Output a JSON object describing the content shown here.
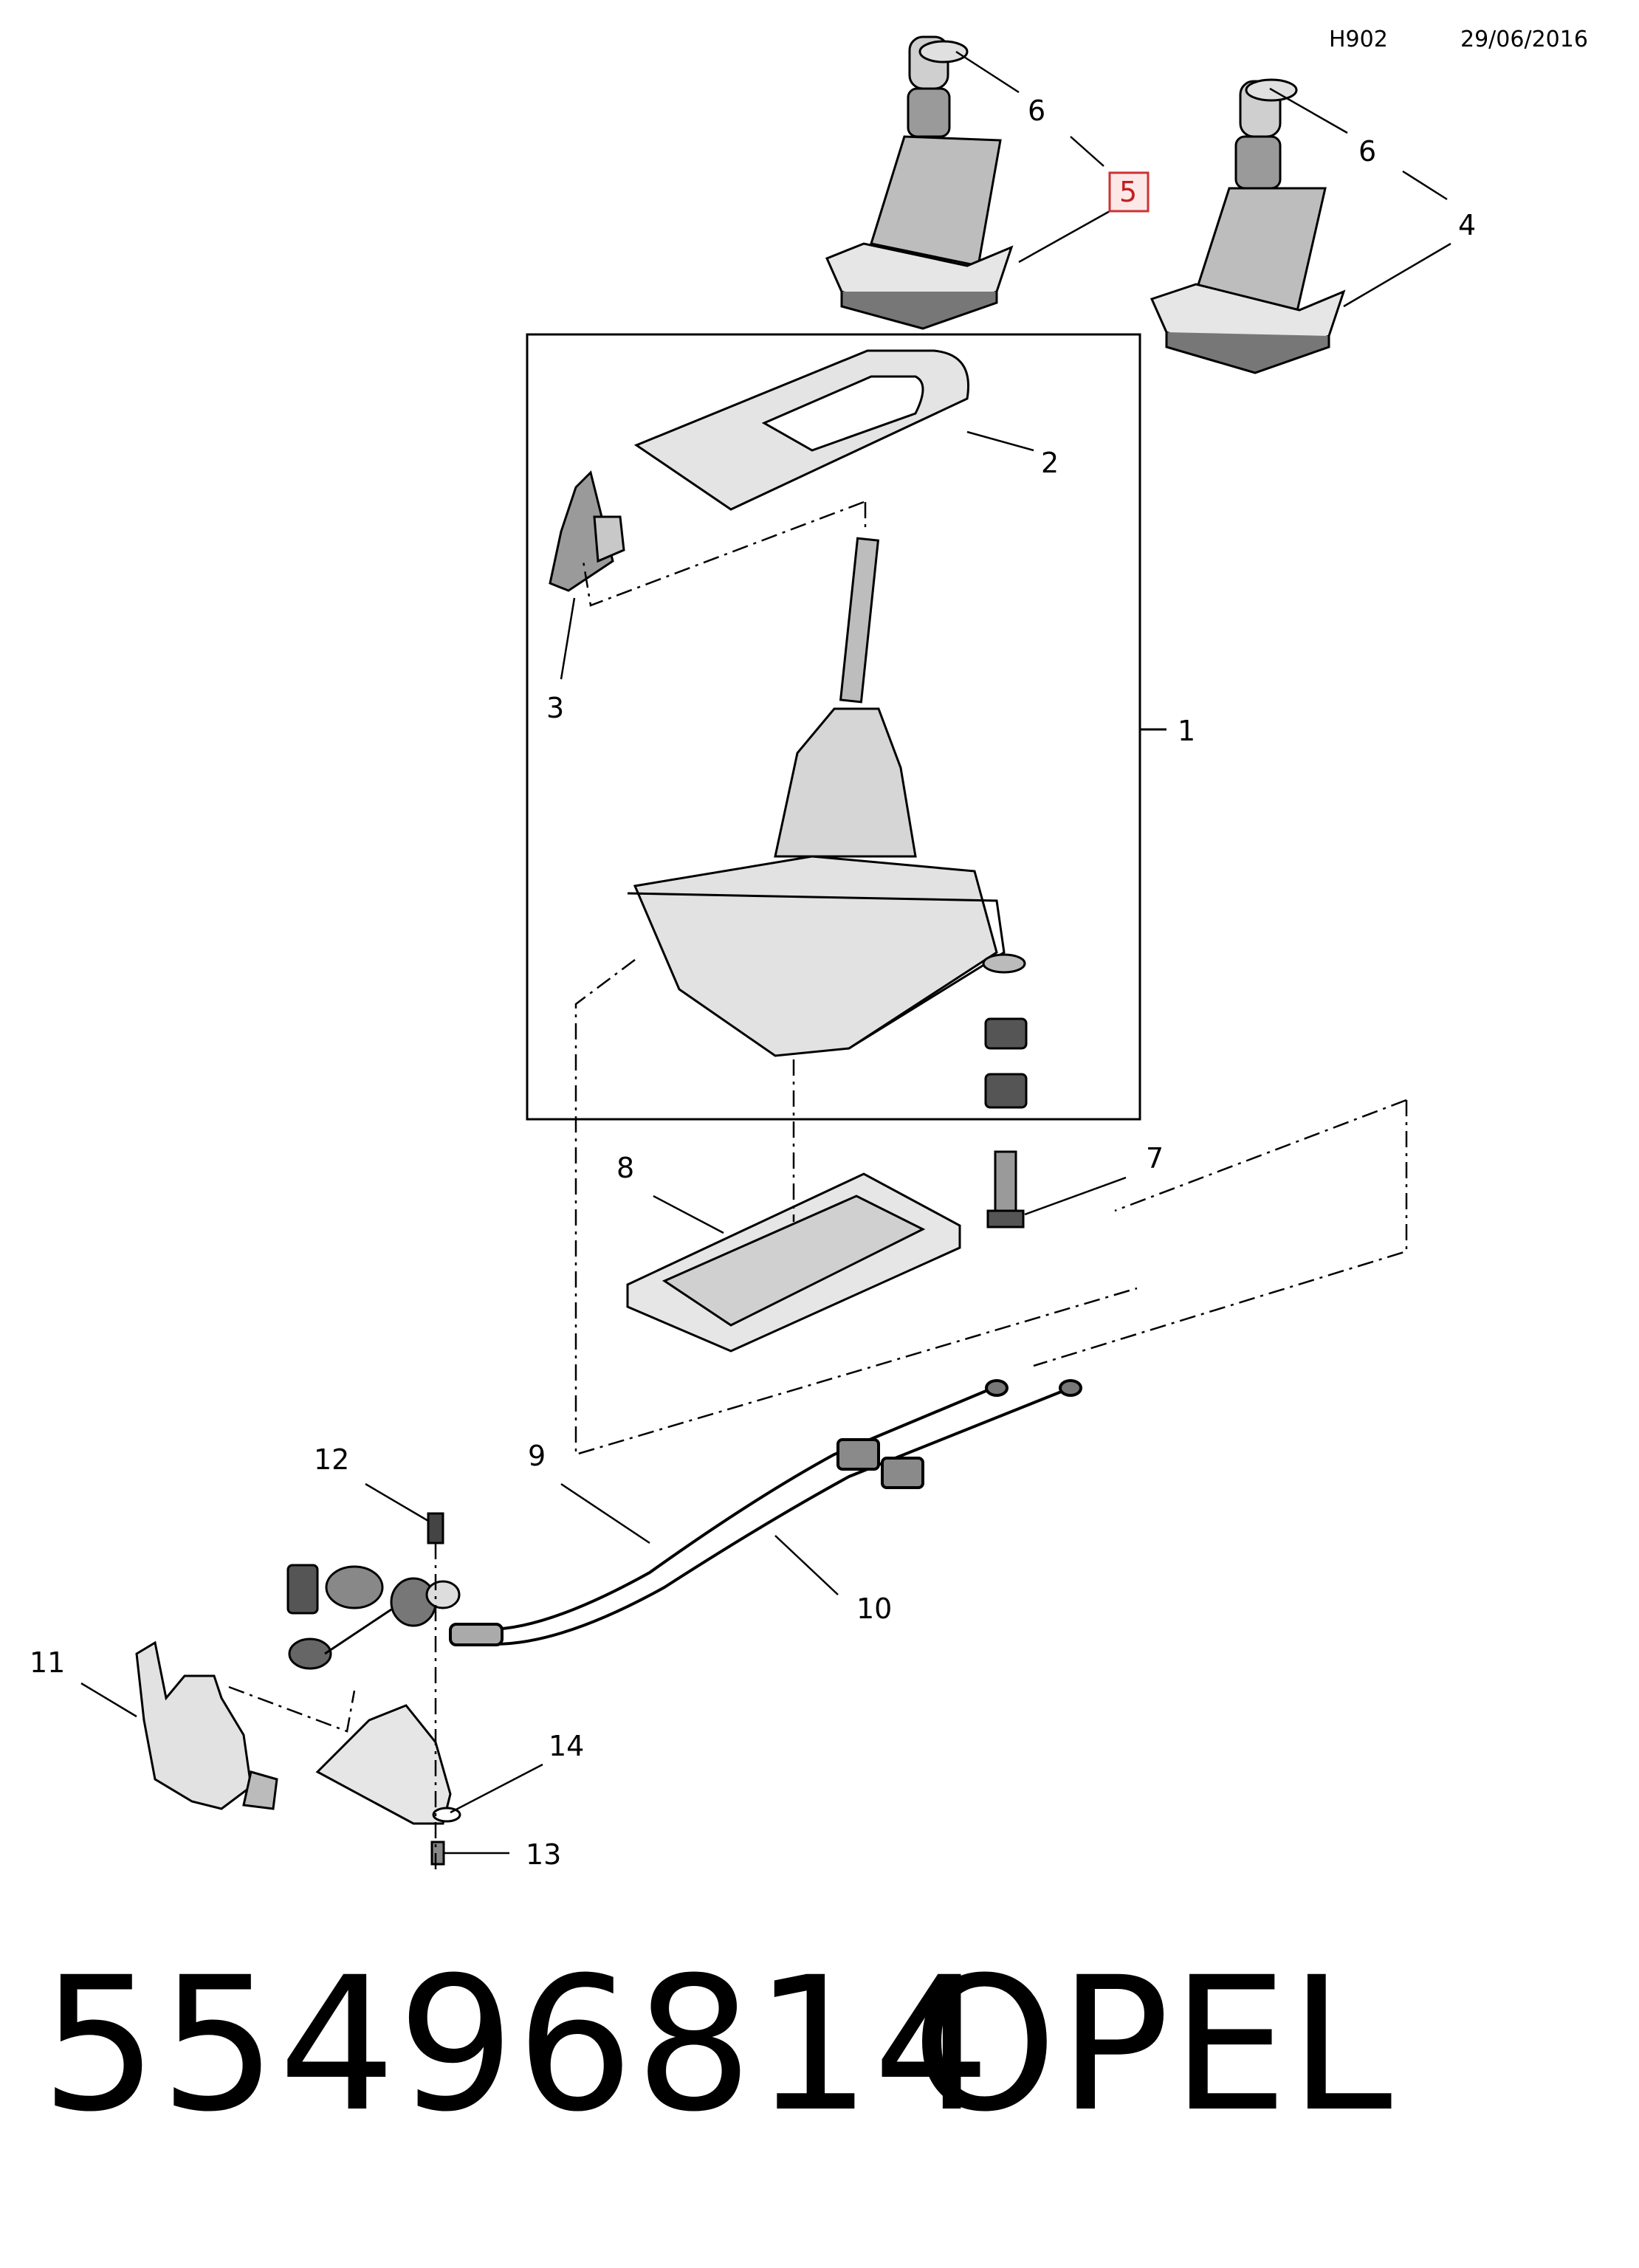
{
  "header": {
    "code": "H902",
    "date": "29/06/2016"
  },
  "callouts": [
    "1",
    "2",
    "3",
    "4",
    "5",
    "6",
    "6",
    "7",
    "8",
    "9",
    "10",
    "11",
    "12",
    "13",
    "14"
  ],
  "highlighted_callout": "5",
  "colors": {
    "highlight_border": "#cc3333",
    "highlight_fill": "#fde8e8",
    "highlight_text": "#c02020",
    "line": "#000000",
    "part_fill": "#e8e8e8",
    "part_dark": "#7a7a7a"
  },
  "footer": {
    "part_number": "55496814",
    "brand": "OPEL"
  }
}
